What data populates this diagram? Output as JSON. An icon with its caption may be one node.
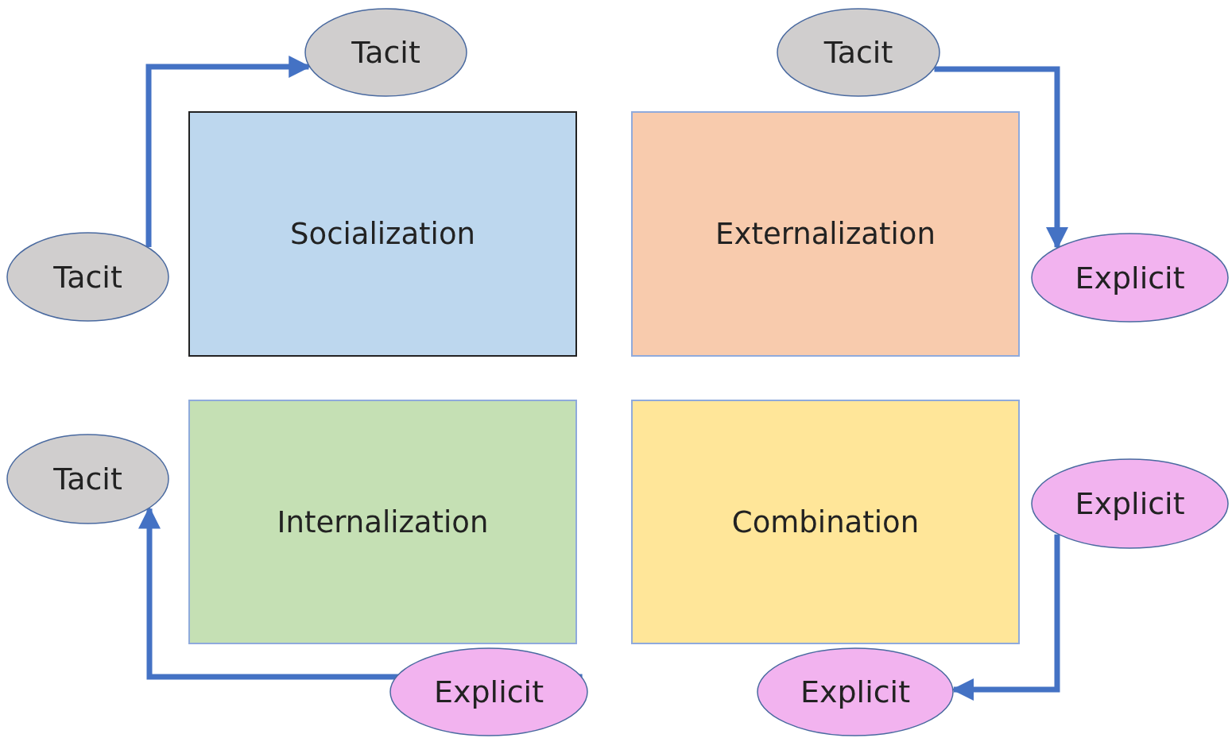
{
  "diagram": {
    "nodes": [
      {
        "text": [
          "Tacit"
        ]
      },
      {
        "text": [
          "Tacit"
        ]
      },
      {
        "text": [
          "Tacit"
        ]
      },
      {
        "text": [
          "Socialization"
        ]
      },
      {
        "text": [
          "Externalization"
        ]
      },
      {
        "text": [
          "Explicit"
        ]
      },
      {
        "text": [
          "Tacit"
        ]
      },
      {
        "text": [
          "Internalization"
        ]
      },
      {
        "text": [
          "Combination"
        ]
      },
      {
        "text": [
          "Explicit"
        ]
      },
      {
        "text": [
          "Explicit"
        ]
      },
      {
        "text": [
          "Explicit"
        ]
      }
    ],
    "edges": [
      {
        "from": 2,
        "to": 0,
        "arrow": "to"
      },
      {
        "from": 1,
        "to": 5,
        "arrow": "to"
      },
      {
        "from": 9,
        "to": 11,
        "arrow": "to"
      },
      {
        "from": 10,
        "to": 6,
        "arrow": "to"
      }
    ]
  }
}
